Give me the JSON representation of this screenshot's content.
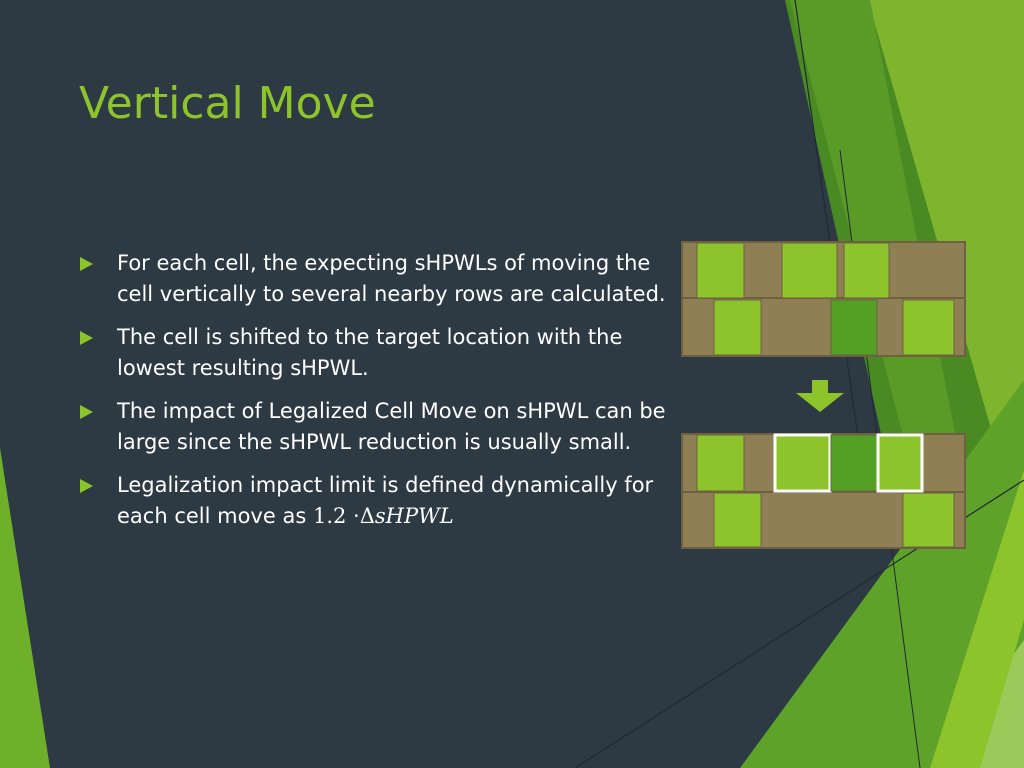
{
  "slide": {
    "title": "Vertical Move",
    "bullets": [
      "For each cell, the expecting sHPWLs of moving the cell vertically to several nearby rows are calculated.",
      "The cell is shifted to the target location with the lowest resulting sHPWL.",
      "The impact of Legalized Cell Move on sHPWL can be large since the sHPWL reduction is usually small."
    ],
    "last_bullet_text": "Legalization impact limit is defined dynamically for each cell move as",
    "formula_coefficient": "1.2 ·",
    "formula_delta": "Δ",
    "formula_variable": "sHPWL"
  },
  "colors": {
    "background": "#2d3a44",
    "title": "#8dc42b",
    "row_fill": "#8f7f54",
    "cell_light": "#8dc42b",
    "cell_dark": "#53a024",
    "arrow": "#8dc42b"
  },
  "icons": {
    "bullet": "right-triangle-bullet-icon",
    "down_arrow": "down-arrow-icon"
  }
}
